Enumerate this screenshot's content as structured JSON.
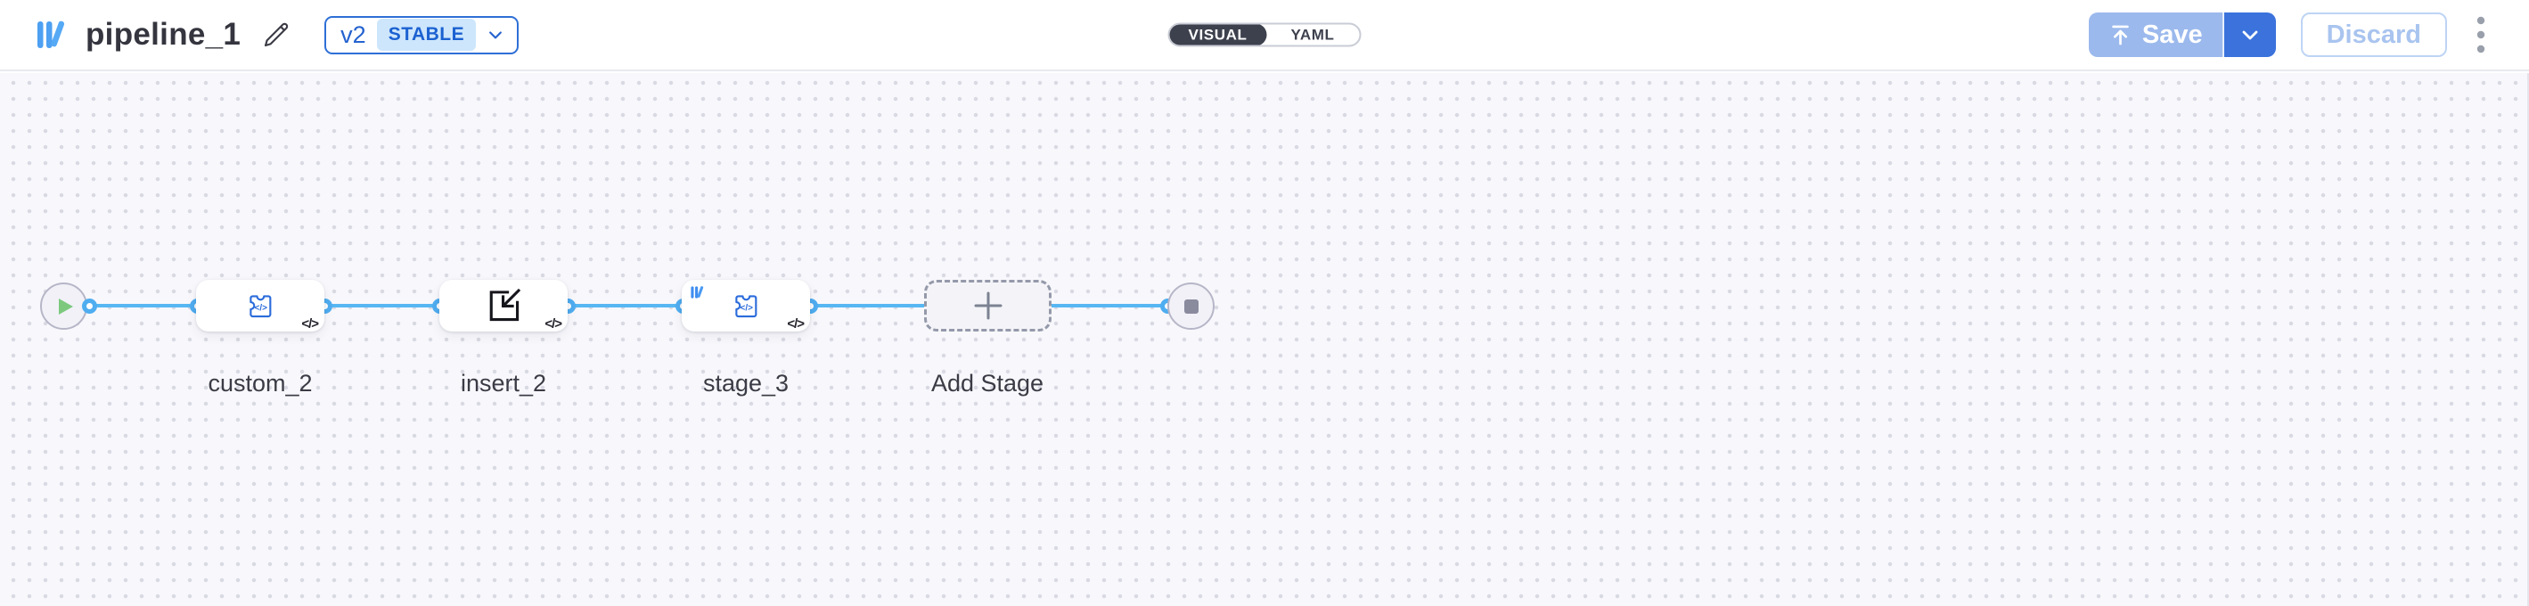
{
  "header": {
    "title": "pipeline_1",
    "version": {
      "label": "v2",
      "status": "STABLE"
    },
    "view_toggle": {
      "visual": "VISUAL",
      "yaml": "YAML",
      "selected": "VISUAL"
    },
    "actions": {
      "save": "Save",
      "discard": "Discard"
    }
  },
  "canvas": {
    "start_node": "play",
    "end_node": "stop",
    "stages": [
      {
        "label": "custom_2",
        "type": "custom-processor",
        "corner_badge": "</>"
      },
      {
        "label": "insert_2",
        "type": "insert",
        "corner_badge": "</>"
      },
      {
        "label": "stage_3",
        "type": "custom-processor",
        "corner_badge": "</>",
        "provider_badge": "brand-mini-logo"
      }
    ],
    "add_stage_label": "Add Stage"
  },
  "colors": {
    "edge_blue": "#57b7f2",
    "accent_blue": "#2a6bdb",
    "save_enabled_blue": "#3b72dc",
    "save_disabled_blue": "#9bb9ed",
    "toggle_dark": "#3d414d",
    "canvas_bg": "#f8f8fc"
  }
}
